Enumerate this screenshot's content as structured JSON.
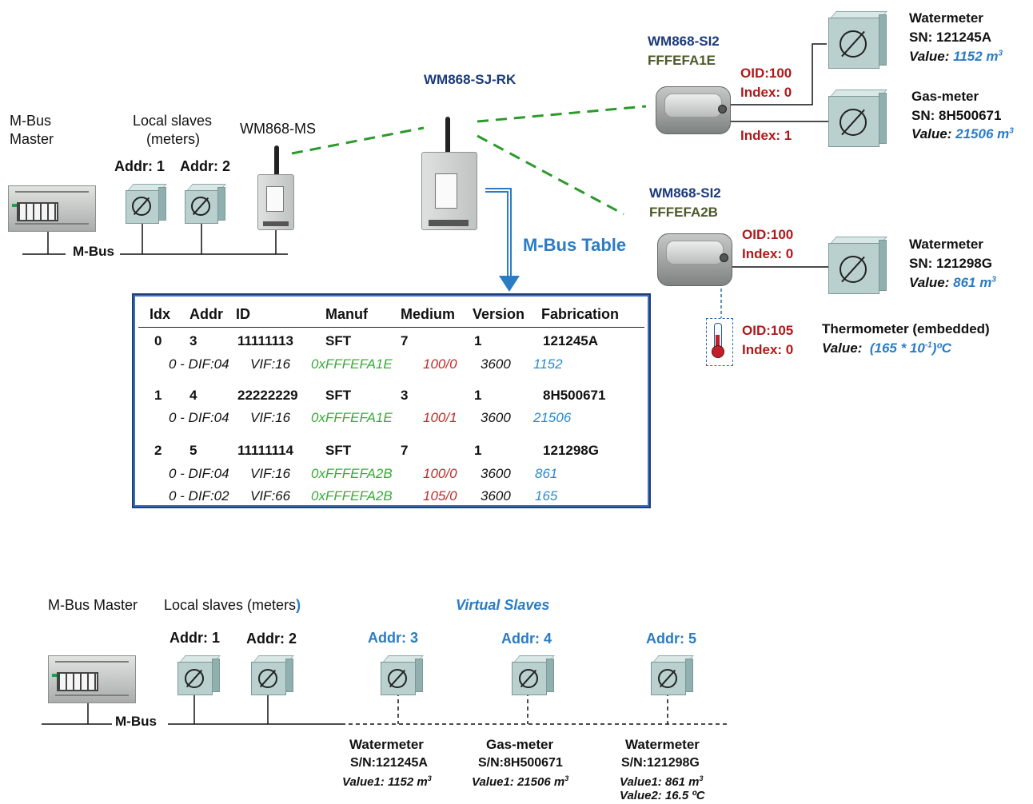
{
  "top": {
    "master_label_line1": "M-Bus",
    "master_label_line2": "Master",
    "local_slaves_line1": "Local slaves",
    "local_slaves_line2": "(meters)",
    "addr1": "Addr: 1",
    "addr2": "Addr: 2",
    "mbus_bus": "M-Bus",
    "ms_device": "WM868-MS",
    "rk_device": "WM868-SJ-RK",
    "mbus_table_label": "M-Bus Table",
    "si2_a": {
      "name": "WM868-SI2",
      "id": "FFFEFA1E"
    },
    "si2_b": {
      "name": "WM868-SI2",
      "id": "FFFEFA2B"
    },
    "oid_a": "OID:100",
    "index_a0": "Index: 0",
    "index_a1": "Index: 1",
    "oid_b": "OID:100",
    "index_b0": "Index: 0",
    "oid_t": "OID:105",
    "index_t0": "Index: 0",
    "meter_wm1": {
      "title": "Watermeter",
      "sn": "SN: 121245A",
      "value_label": "Value:",
      "value": "1152 m",
      "sup": "3"
    },
    "meter_gas": {
      "title": "Gas-meter",
      "sn": "SN: 8H500671",
      "value_label": "Value:",
      "value": "21506 m",
      "sup": "3"
    },
    "meter_wm2": {
      "title": "Watermeter",
      "sn": "SN: 121298G",
      "value_label": "Value:",
      "value": "861 m",
      "sup": "3"
    },
    "thermo": {
      "title": "Thermometer (embedded)",
      "value_label": "Value:",
      "value_pre": "(165 * 10",
      "sup": "-1",
      "value_post": ")ºC"
    }
  },
  "table": {
    "headers": [
      "Idx",
      "Addr",
      "ID",
      "Manuf",
      "Medium",
      "Version",
      "Fabrication"
    ],
    "rows": [
      {
        "idx": "0",
        "addr": "3",
        "id": "11111113",
        "manuf": "SFT",
        "medium": "7",
        "version": "1",
        "fab": "121245A",
        "subs": [
          {
            "dif": "0 -  DIF:04",
            "vif": "VIF:16",
            "oid": "0xFFFEFA1E",
            "ref": "100/0",
            "period": "3600",
            "val": "1152"
          }
        ]
      },
      {
        "idx": "1",
        "addr": "4",
        "id": "22222229",
        "manuf": "SFT",
        "medium": "3",
        "version": "1",
        "fab": "8H500671",
        "subs": [
          {
            "dif": "0 -  DIF:04",
            "vif": "VIF:16",
            "oid": "0xFFFEFA1E",
            "ref": "100/1",
            "period": "3600",
            "val": "21506"
          }
        ]
      },
      {
        "idx": "2",
        "addr": "5",
        "id": "11111114",
        "manuf": "SFT",
        "medium": "7",
        "version": "1",
        "fab": "121298G",
        "subs": [
          {
            "dif": "0 -  DIF:04",
            "vif": "VIF:16",
            "oid": "0xFFFEFA2B",
            "ref": "100/0",
            "period": "3600",
            "val": "861"
          },
          {
            "dif": "0 -  DIF:02",
            "vif": "VIF:66",
            "oid": "0xFFFEFA2B",
            "ref": "105/0",
            "period": "3600",
            "val": "165"
          }
        ]
      }
    ]
  },
  "bottom": {
    "master_label": "M-Bus Master",
    "local_slaves": "Local slaves (meters",
    "local_slaves_close": ")",
    "virtual_slaves": "Virtual Slaves",
    "addr1": "Addr: 1",
    "addr2": "Addr: 2",
    "addr3": "Addr: 3",
    "addr4": "Addr: 4",
    "addr5": "Addr: 5",
    "mbus_bus": "M-Bus",
    "v1": {
      "title": "Watermeter",
      "sn": "S/N:121245A",
      "value1": "Value1: 1152 m",
      "sup": "3"
    },
    "v2": {
      "title": "Gas-meter",
      "sn": "S/N:8H500671",
      "value1": "Value1: 21506 m",
      "sup": "3"
    },
    "v3": {
      "title": "Watermeter",
      "sn": "S/N:121298G",
      "value1": "Value1: 861 m",
      "sup": "3",
      "value2": "Value2: 16.5 ºC"
    }
  },
  "colors": {
    "navy": "#1a3a7a",
    "olive": "#4a5a2a",
    "red": "#b0181a",
    "blue": "#2a7cc4",
    "radio_link": "#2a9a2a",
    "table_border": "#1f3d7a"
  }
}
